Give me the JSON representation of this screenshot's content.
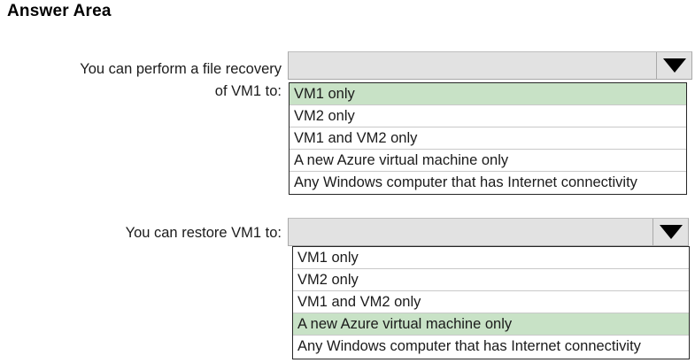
{
  "page": {
    "title": "Answer Area",
    "background_color": "#ffffff",
    "text_color": "#1b1b1b"
  },
  "theme": {
    "select_background": "#e2e2e2",
    "select_border": "#a9a9a9",
    "list_border": "#262626",
    "row_separator": "#c9c9c9",
    "selected_highlight": "#c8e2c6"
  },
  "questions": [
    {
      "id": "file-recovery",
      "label_line_1": "You can perform a file recovery",
      "label_line_2": "of VM1 to:",
      "dropdown": {
        "value": "",
        "placeholder": "",
        "arrow_icon": "chevron-down-icon",
        "expanded": true,
        "selected_index": 0,
        "options": [
          "VM1 only",
          "VM2 only",
          "VM1 and VM2 only",
          "A new Azure virtual machine only",
          "Any Windows computer that has Internet connectivity"
        ]
      }
    },
    {
      "id": "restore-vm1",
      "label_line_1": "You can restore VM1 to:",
      "label_line_2": "",
      "dropdown": {
        "value": "",
        "placeholder": "",
        "arrow_icon": "chevron-down-icon",
        "expanded": true,
        "selected_index": 3,
        "options": [
          "VM1 only",
          "VM2 only",
          "VM1 and VM2 only",
          "A new Azure virtual machine only",
          "Any Windows computer that has Internet connectivity"
        ]
      }
    }
  ]
}
